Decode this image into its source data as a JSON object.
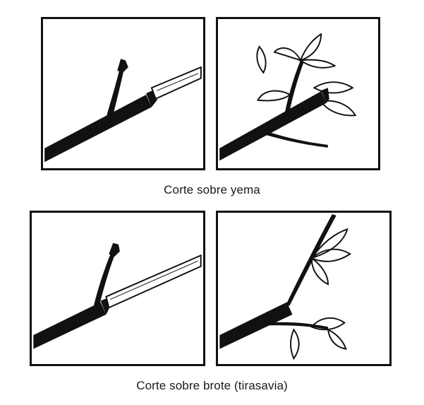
{
  "figure": {
    "rows": [
      {
        "caption": "Corte sobre yema",
        "panels": [
          "before-cut",
          "after-regrowth"
        ]
      },
      {
        "caption": "Corte sobre brote (tirasavia)",
        "panels": [
          "before-cut",
          "after-regrowth"
        ]
      }
    ],
    "colors": {
      "ink": "#111111",
      "background": "#ffffff"
    }
  }
}
